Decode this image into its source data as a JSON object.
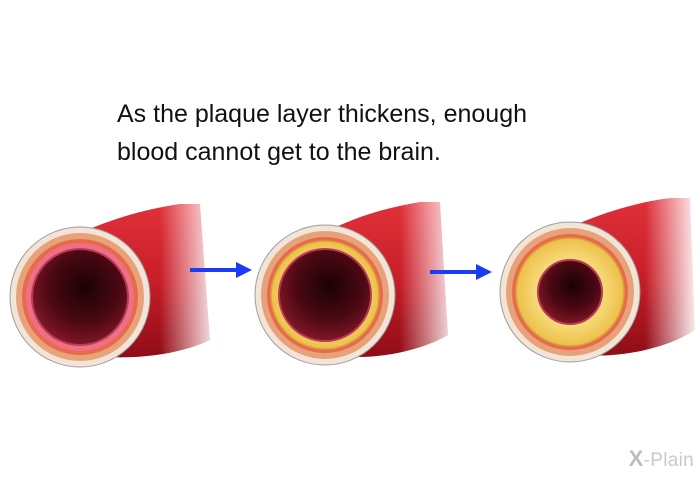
{
  "caption": {
    "line1": "As the plaque layer thickens, enough",
    "line2": "blood cannot get to the brain."
  },
  "stages": [
    {
      "name": "healthy-artery",
      "plaque_level": 0.0
    },
    {
      "name": "narrowing-artery",
      "plaque_level": 0.35
    },
    {
      "name": "blocked-artery",
      "plaque_level": 0.75
    }
  ],
  "arrows": [
    {
      "name": "progression-arrow-1",
      "icon": "arrow-right-icon",
      "color": "#1a3cf5"
    },
    {
      "name": "progression-arrow-2",
      "icon": "arrow-right-icon",
      "color": "#1a3cf5"
    }
  ],
  "colors": {
    "vessel_wall": "#c81e28",
    "vessel_dark": "#8e0d17",
    "rim": "#f0d9c4",
    "lining": "#e8556a",
    "plaque": "#f3d16a",
    "lumen": "#5a0c18",
    "arrow": "#1a3cf5"
  },
  "logo": {
    "mark": "X",
    "text": "-Plain"
  }
}
